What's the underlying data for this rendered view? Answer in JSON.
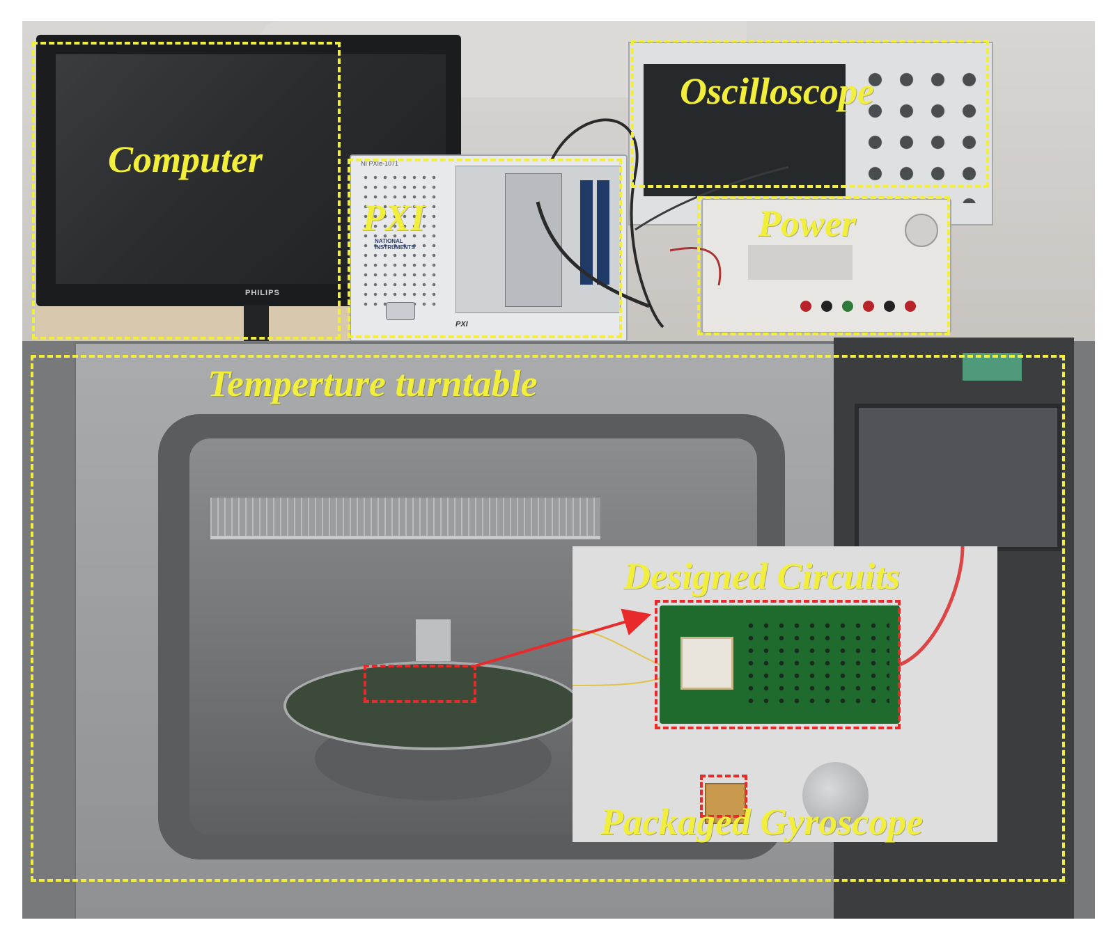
{
  "labels": {
    "computer": "Computer",
    "pxi": "PXI",
    "oscilloscope": "Oscilloscope",
    "power": "Power",
    "turntable": "Temperture turntable",
    "circuits": "Designed Circuits",
    "gyroscope": "Packaged Gyroscope"
  },
  "device_text": {
    "monitor_brand": "PHILIPS",
    "pxi_model": "NI PXIe-1071",
    "pxi_vendor": "NATIONAL INSTRUMENTS",
    "pxi_badge": "PXI"
  },
  "colors": {
    "annotation_yellow": "#f2ee3c",
    "annotation_red": "#e82a2a",
    "pcb_green": "#1f6b2e"
  }
}
